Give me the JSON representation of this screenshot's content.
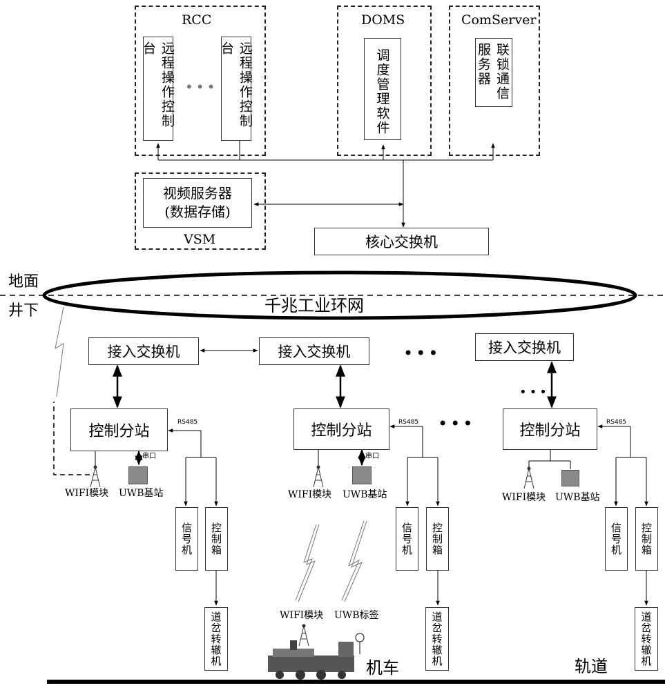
{
  "ground_label": "地面",
  "underground_label": "井下",
  "rcc": {
    "title": "RCC",
    "console_label": "远程操作控制台",
    "ellipsis": "•••"
  },
  "doms": {
    "title": "DOMS",
    "software_label": "调度管理软件"
  },
  "comserver": {
    "title": "ComServer",
    "server_label": "联锁通信服务器"
  },
  "vsm": {
    "title": "VSM",
    "server_line1": "视频服务器",
    "server_line2": "(数据存储)"
  },
  "core_switch": "核心交换机",
  "ring_network": "千兆工业环网",
  "access_switch_label": "接入交换机",
  "substation_label": "控制分站",
  "rs485": "RS485",
  "serial_port": "串口",
  "wifi_module": "WIFI模块",
  "uwb_base": "UWB基站",
  "signal_label": "信号机",
  "control_box_label": "控制箱",
  "switch_machine_label": "道岔转辙机",
  "loco": {
    "wifi": "WIFI模块",
    "uwb_tag": "UWB标签",
    "label": "机车"
  },
  "track_label": "轨道",
  "ellipsis": "•••",
  "colors": {
    "line": "#000000",
    "dashed_border": "#222222",
    "uwb_fill": "#8a8a8a",
    "ellipsis_grey": "#777777"
  }
}
